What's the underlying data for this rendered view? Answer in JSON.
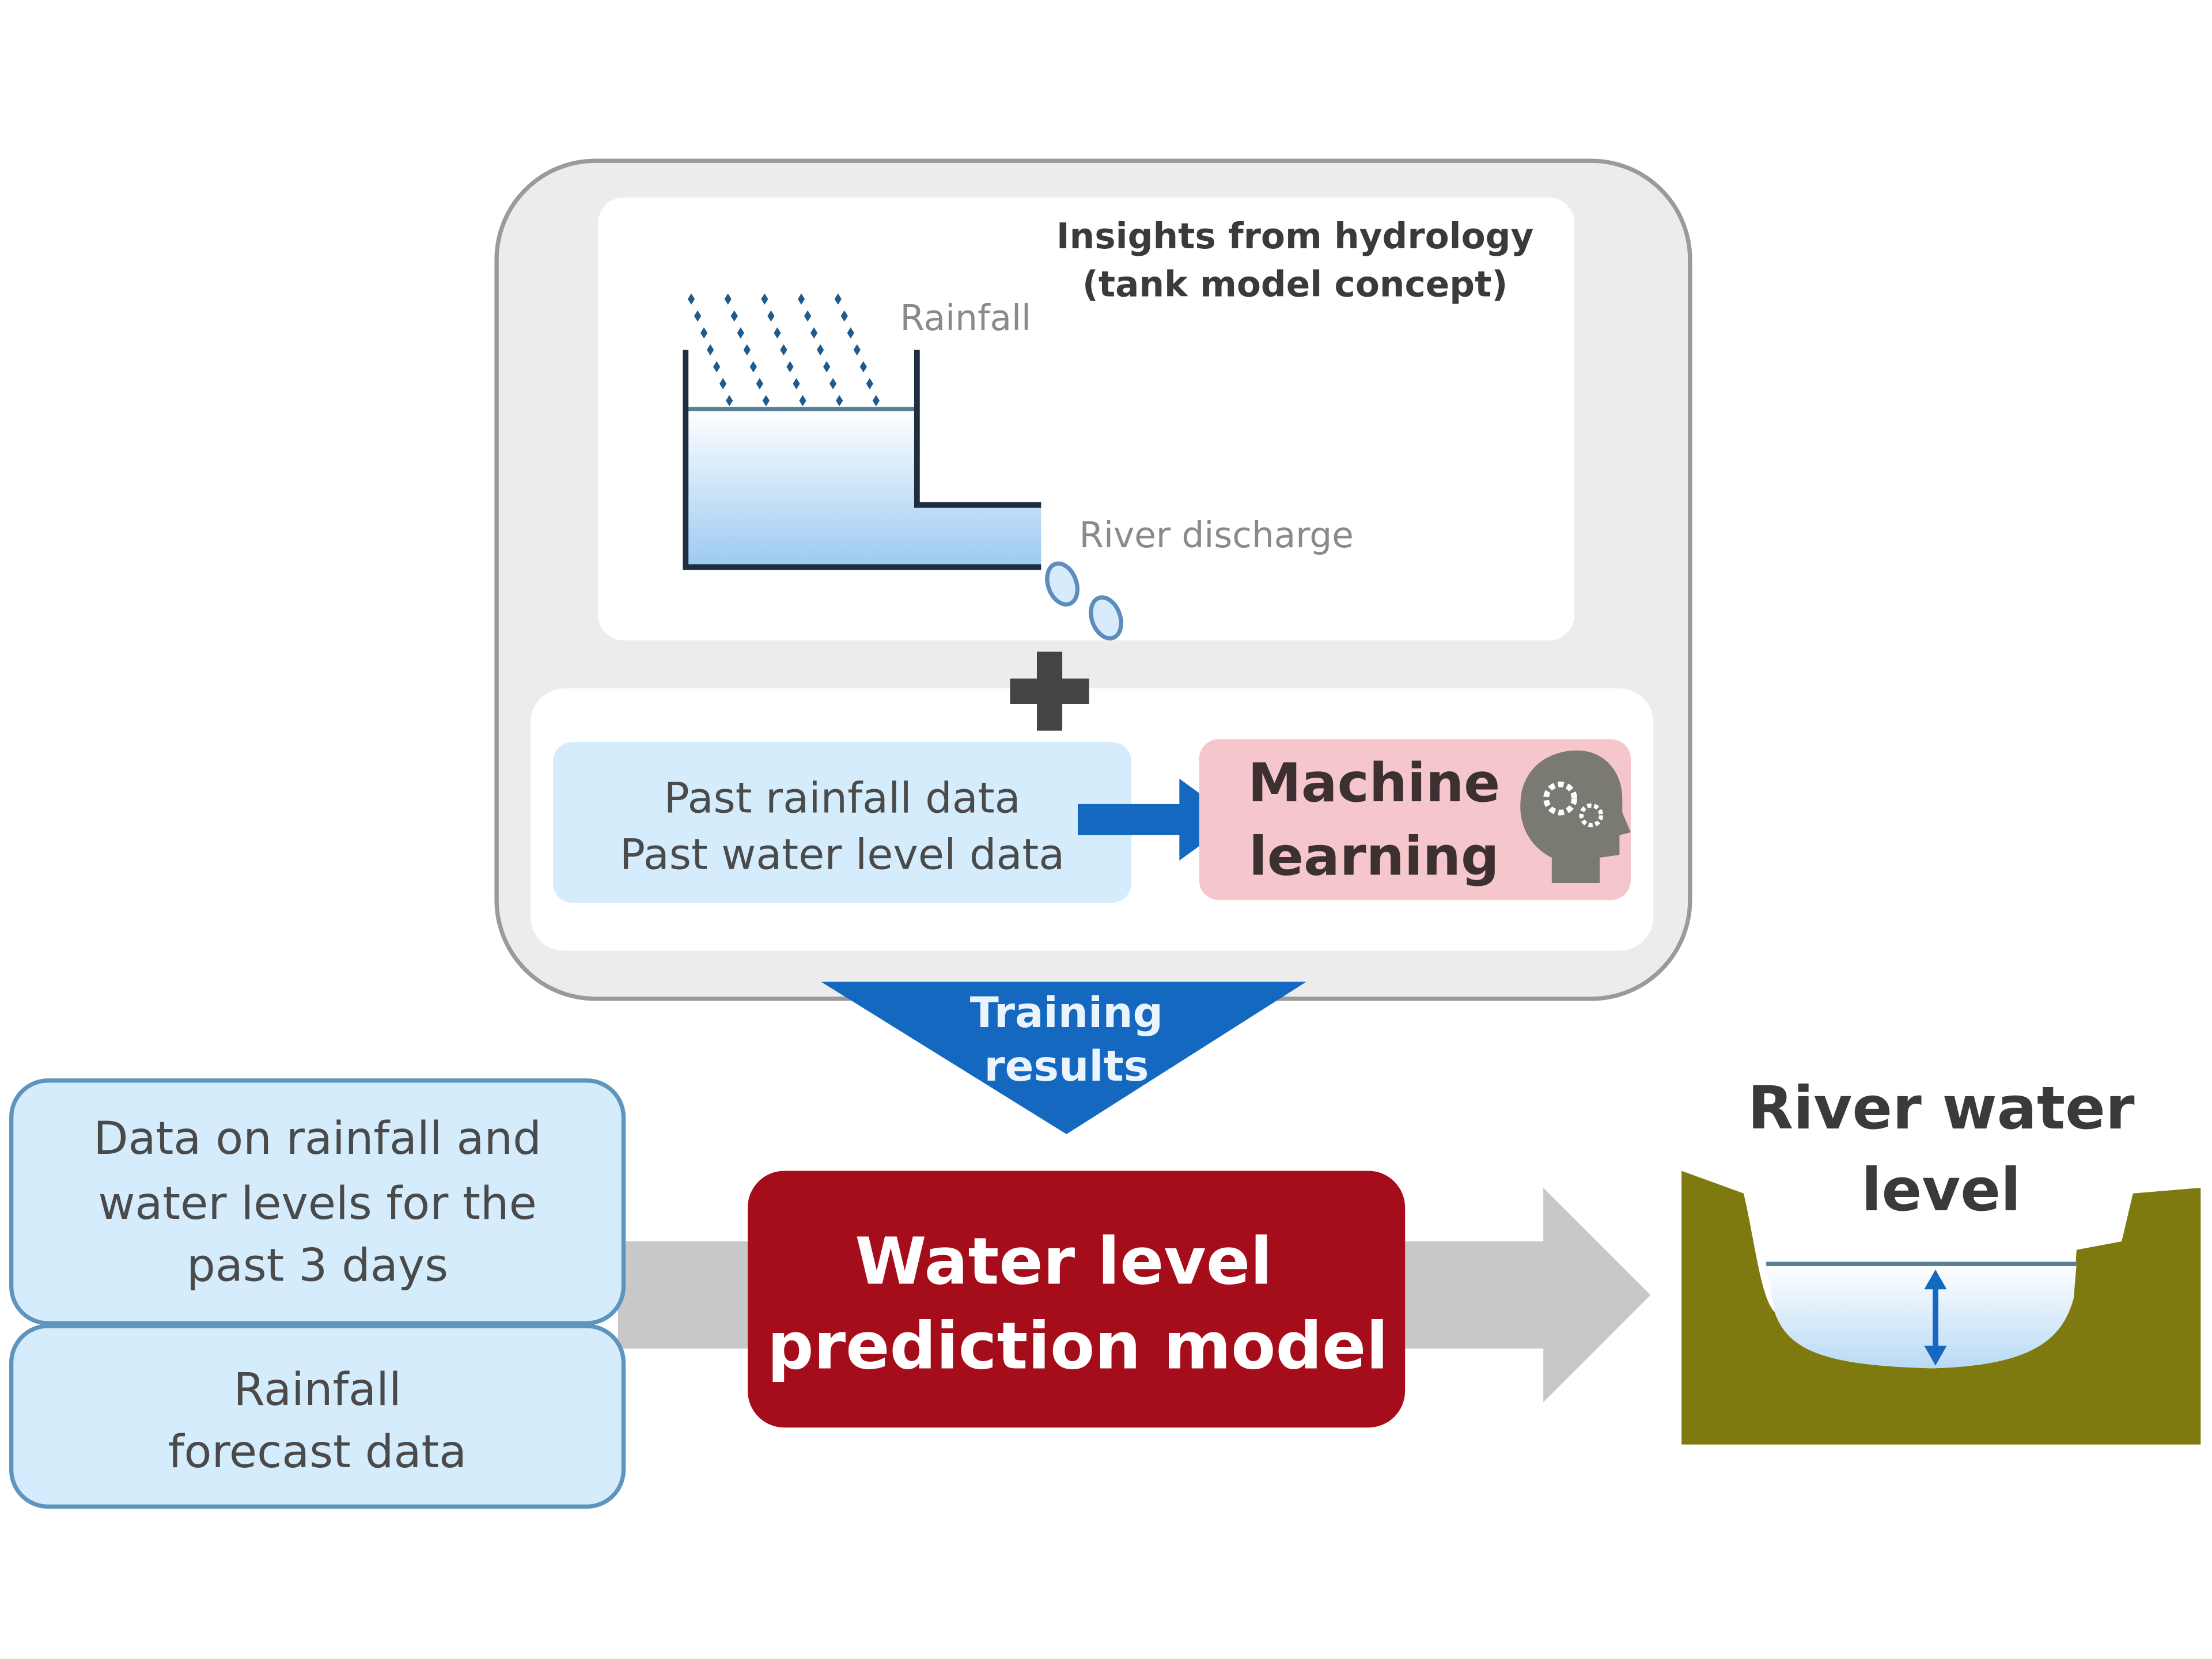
{
  "hydrology": {
    "title_line1": "Insights from hydrology",
    "title_line2": "(tank model concept)",
    "rainfall_label": "Rainfall",
    "discharge_label": "River discharge"
  },
  "training": {
    "input_line1": "Past rainfall data",
    "input_line2": "Past water level data",
    "ml_line1": "Machine",
    "ml_line2": "learning",
    "results_line1": "Training",
    "results_line2": "results"
  },
  "inputs": {
    "past_data_line1": "Data on rainfall and",
    "past_data_line2": "water levels for the",
    "past_data_line3": "past 3 days",
    "forecast_line1": "Rainfall",
    "forecast_line2": "forecast data"
  },
  "model": {
    "line1": "Water level",
    "line2": "prediction model"
  },
  "output": {
    "line1": "River water",
    "line2": "level"
  },
  "colors": {
    "blue_accent": "#1468c0",
    "model_red": "#a50d1a",
    "ml_pink": "#f5c6cc",
    "input_blue": "#d4ecfb",
    "ground_olive": "#7f7a10",
    "arrow_gray": "#c8c8c8"
  }
}
